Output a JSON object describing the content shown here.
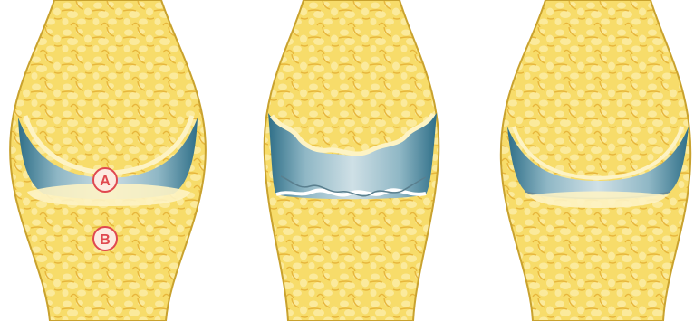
{
  "colors": {
    "background": "#ffffff",
    "bone_fill": "#f7dc6a",
    "bone_highlight": "#fbea9c",
    "bone_outline": "#c9a22e",
    "trabecula": "#e7b63c",
    "cartilage": "#fdf3c4",
    "cavity": "#2f6f88",
    "cavity_light": "#8fb7c5",
    "marker_stroke": "#e0484f",
    "marker_fill": "#fdebe2"
  },
  "joints": [
    {
      "id": "healthy",
      "condition_icon": "healthy-joint-icon"
    },
    {
      "id": "eroded",
      "condition_icon": "eroded-joint-icon"
    },
    {
      "id": "narrowed",
      "condition_icon": "narrowed-joint-icon"
    }
  ],
  "markers": [
    {
      "id": "a",
      "label": "A"
    },
    {
      "id": "b",
      "label": "B"
    }
  ]
}
